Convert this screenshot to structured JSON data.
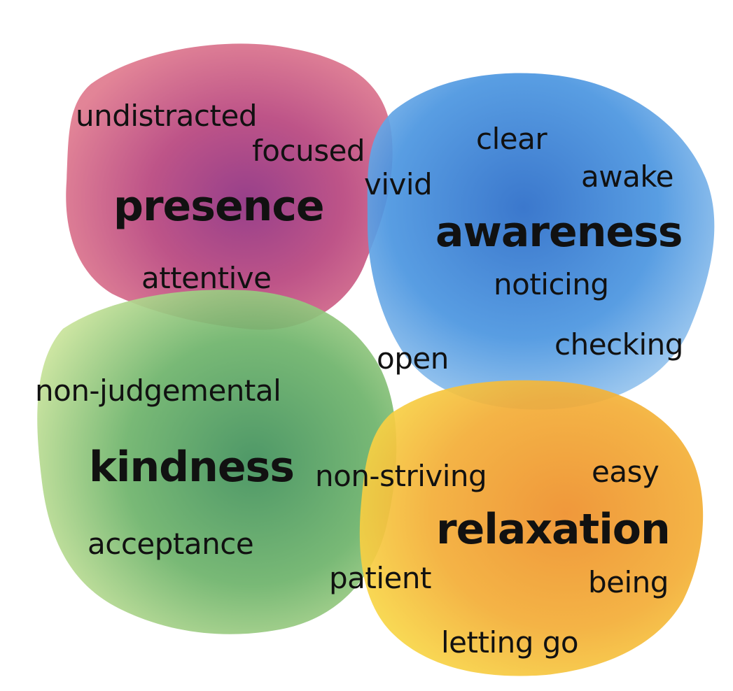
{
  "colors": {
    "presence": "#d2587a",
    "presence_dark": "#8a2a78",
    "awareness": "#3a86d8",
    "awareness_dark": "#1f5fb8",
    "kindness": "#5ea862",
    "kindness_light": "#b9dc8c",
    "relaxation": "#f0a030",
    "relaxation_light": "#f7cf3a",
    "text": "#111111"
  },
  "clusters": {
    "presence": {
      "title": "presence",
      "words": [
        "undistracted",
        "focused",
        "attentive"
      ]
    },
    "awareness": {
      "title": "awareness",
      "words": [
        "clear",
        "vivid",
        "awake",
        "noticing",
        "checking"
      ]
    },
    "kindness": {
      "title": "kindness",
      "words": [
        "non-judgemental",
        "acceptance"
      ]
    },
    "relaxation": {
      "title": "relaxation",
      "words": [
        "non-striving",
        "easy",
        "patient",
        "being",
        "letting go"
      ]
    }
  },
  "shared": {
    "open": "open"
  }
}
